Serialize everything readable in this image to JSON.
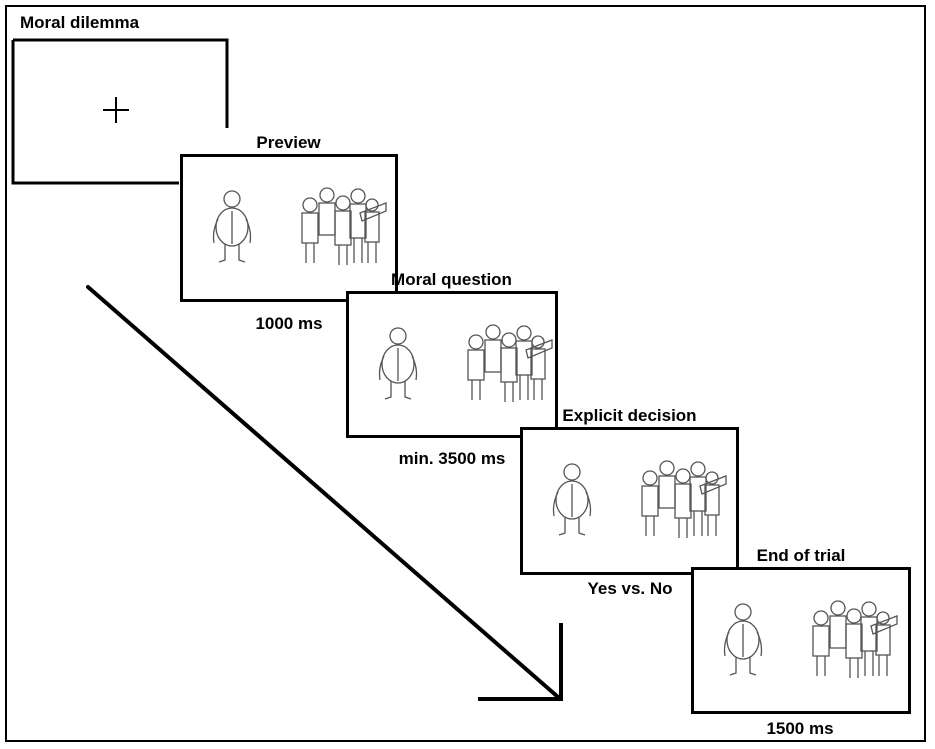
{
  "figure": {
    "stages": [
      {
        "title": "Moral dilemma",
        "duration": "",
        "content": "fixation-cross"
      },
      {
        "title": "Preview",
        "duration": "1000 ms",
        "content": "persons"
      },
      {
        "title": "Moral question",
        "duration": "min. 3500 ms",
        "content": "persons"
      },
      {
        "title": "Explicit decision",
        "duration": "Yes vs. No",
        "content": "persons"
      },
      {
        "title": "End of trial",
        "duration": "1500 ms",
        "content": "persons"
      }
    ],
    "arrow": "time-arrow",
    "colors": {
      "line": "#000000",
      "drawing": "#555555",
      "background": "#ffffff"
    }
  }
}
